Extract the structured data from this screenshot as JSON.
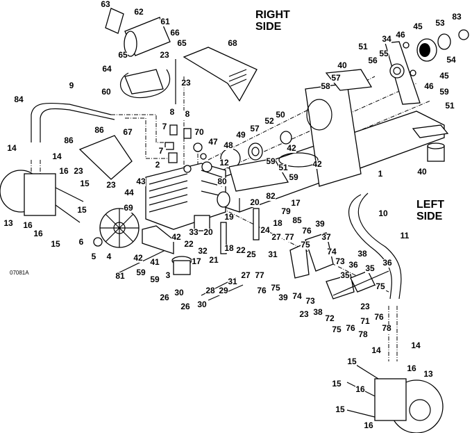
{
  "diagram": {
    "right_side_label": [
      "RIGHT",
      "SIDE"
    ],
    "left_side_label": [
      "LEFT",
      "SIDE"
    ],
    "figure_code": "07081A",
    "callouts": [
      "63",
      "62",
      "61",
      "66",
      "65",
      "68",
      "65",
      "23",
      "64",
      "23",
      "60",
      "9",
      "84",
      "8",
      "8",
      "70",
      "7",
      "7",
      "86",
      "86",
      "67",
      "47",
      "48",
      "14",
      "14",
      "23",
      "23",
      "16",
      "15",
      "2",
      "43",
      "44",
      "12",
      "80",
      "15",
      "69",
      "83",
      "53",
      "45",
      "46",
      "34",
      "54",
      "55",
      "56",
      "51",
      "40",
      "45",
      "57",
      "46",
      "59",
      "58",
      "51",
      "50",
      "52",
      "57",
      "49",
      "42",
      "42",
      "59",
      "51",
      "59",
      "1",
      "40",
      "82",
      "20",
      "17",
      "79",
      "19",
      "18",
      "85",
      "10",
      "11",
      "39",
      "76",
      "37",
      "77",
      "27",
      "24",
      "75",
      "74",
      "38",
      "73",
      "36",
      "35",
      "36",
      "35",
      "75",
      "23",
      "76",
      "78",
      "71",
      "72",
      "38",
      "23",
      "75",
      "76",
      "78",
      "73",
      "74",
      "39",
      "75",
      "76",
      "77",
      "27",
      "31",
      "31",
      "25",
      "22",
      "18",
      "21",
      "29",
      "28",
      "13",
      "16",
      "16",
      "15",
      "6",
      "5",
      "4",
      "42",
      "42",
      "41",
      "59",
      "3",
      "59",
      "81",
      "33",
      "20",
      "22",
      "32",
      "17",
      "26",
      "30",
      "26",
      "30",
      "14",
      "14",
      "15",
      "16",
      "13",
      "15",
      "16",
      "15",
      "16"
    ]
  }
}
